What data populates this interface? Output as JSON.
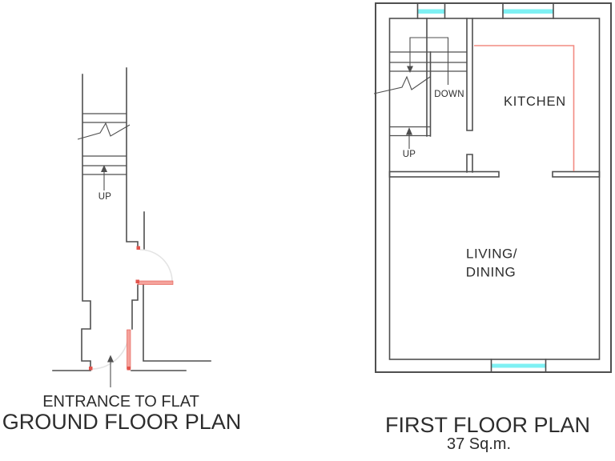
{
  "ground_floor_plan": {
    "stairs_up_label": "UP",
    "entrance_label": "ENTRANCE TO FLAT",
    "title": "GROUND FLOOR PLAN"
  },
  "first_floor_plan": {
    "stairs_down_label": "DOWN",
    "stairs_up_label": "UP",
    "kitchen_label": "KITCHEN",
    "living_label_line1": "LIVING/",
    "living_label_line2": "DINING",
    "title": "FIRST FLOOR PLAN",
    "area_label": "37 Sq.m."
  },
  "colors": {
    "wall": "#4f4f4f",
    "text": "#2d2d2d",
    "door": "#f5a29b",
    "door_accent": "#e2544c",
    "window": "#7ef0f3",
    "swing_arc": "#e4e4e4",
    "counter": "#f28b82"
  }
}
